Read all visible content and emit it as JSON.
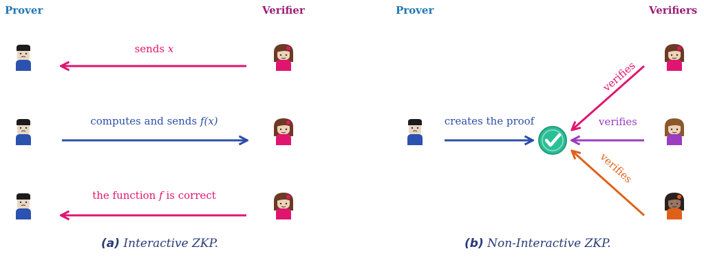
{
  "colors": {
    "prover": "#1f78b4",
    "verifier": "#9c1f7a",
    "pink": "#e0156f",
    "blue": "#2c4ea8",
    "purple": "#9b3dbf",
    "orange": "#e0601a",
    "check": "#2bbf96",
    "caption": "#2a3a78"
  },
  "panel_a": {
    "prover_header": "Prover",
    "verifier_header": "Verifier",
    "rows": [
      {
        "label_text": "sends",
        "label_math": "x",
        "label_tail": "",
        "direction": "left",
        "color": "pink"
      },
      {
        "label_text": "computes and sends",
        "label_math": "f(x)",
        "label_tail": "",
        "direction": "right",
        "color": "blue"
      },
      {
        "label_text": "the function",
        "label_math": "f",
        "label_tail": "is correct",
        "direction": "left",
        "color": "pink"
      }
    ],
    "caption_tag": "(a)",
    "caption_text": "Interactive ZKP."
  },
  "panel_b": {
    "prover_header": "Prover",
    "verifiers_header": "Verifiers",
    "prover_label": "creates the proof",
    "verify_labels": [
      "verifies",
      "verifies",
      "verifies"
    ],
    "caption_tag": "(b)",
    "caption_text": "Non-Interactive ZKP."
  },
  "icons": [
    "prover-avatar-icon",
    "verifier-avatar-icon",
    "check-icon"
  ]
}
